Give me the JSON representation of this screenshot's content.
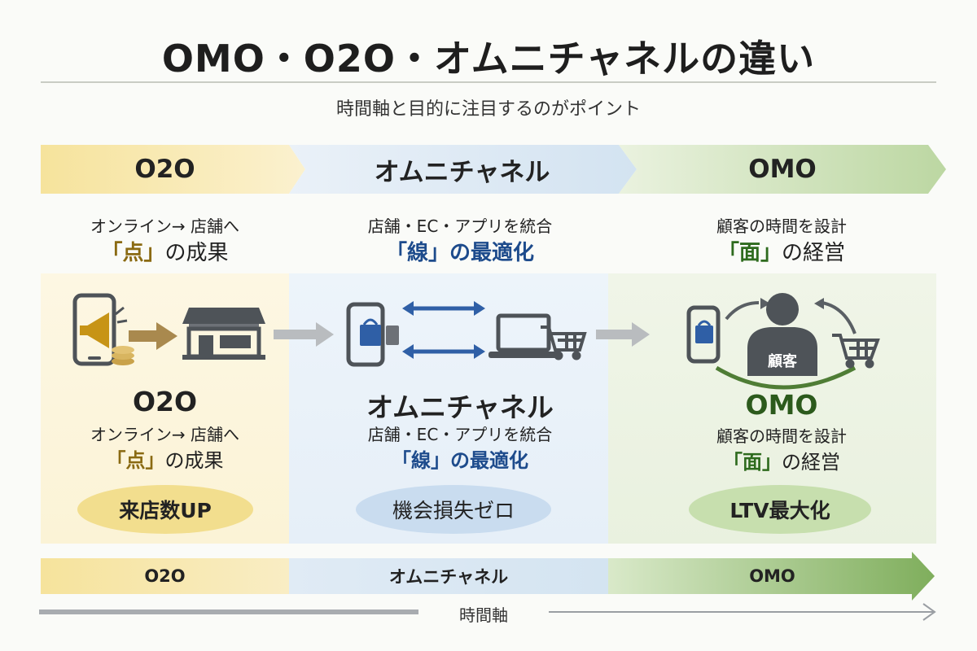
{
  "title": "OMO・O2O・オムニチャネルの違い",
  "subtitle": "時間軸と目的に注目するのがポイント",
  "columns": [
    {
      "header": "O2O",
      "desc_line1": "オンライン→ 店舗へ",
      "desc_kw": "「点」",
      "desc_rest": "の成果",
      "mid_title": "O2O",
      "mid_line1": "オンライン→ 店舗へ",
      "mid_kw": "「点」",
      "mid_rest": "の成果",
      "pill": "来店数UP",
      "icons": [
        "phone-megaphone-icon",
        "coins-icon",
        "arrow-right-icon",
        "store-icon"
      ]
    },
    {
      "header": "オムニチャネル",
      "desc_line1": "店舗・EC・アプリを統合",
      "desc_kw": "「線」",
      "desc_rest": "の最適化",
      "mid_title": "オムニチャネル",
      "mid_line1": "店舗・EC・アプリを統合",
      "mid_kw": "「線」",
      "mid_rest": "の最適化",
      "pill": "機会損失ゼロ",
      "icons": [
        "phone-bag-icon",
        "sync-arrows-icon",
        "laptop-icon",
        "cart-icon"
      ]
    },
    {
      "header": "OMO",
      "desc_line1": "顧客の時間を設計",
      "desc_kw": "「面」",
      "desc_rest": "の経営",
      "mid_title": "OMO",
      "mid_line1": "顧客の時間を設計",
      "mid_kw": "「面」",
      "mid_rest": "の経営",
      "pill": "LTV最大化",
      "customer_label": "顧客",
      "icons": [
        "phone-bag-icon",
        "customer-icon",
        "cart-icon",
        "cycle-arrows-icon"
      ]
    }
  ],
  "timeline": [
    "O2O",
    "オムニチャネル",
    "OMO"
  ],
  "axis_label": "時間軸",
  "colors": {
    "o2o_band": "#f7e7a6",
    "omni_band": "#d7e6f3",
    "omo_band": "#d6e6c4",
    "o2o_accent": "#8a6a12",
    "omni_accent": "#1d4b8c",
    "omo_accent": "#2e6b1e",
    "icon_gray": "#4e5358"
  }
}
